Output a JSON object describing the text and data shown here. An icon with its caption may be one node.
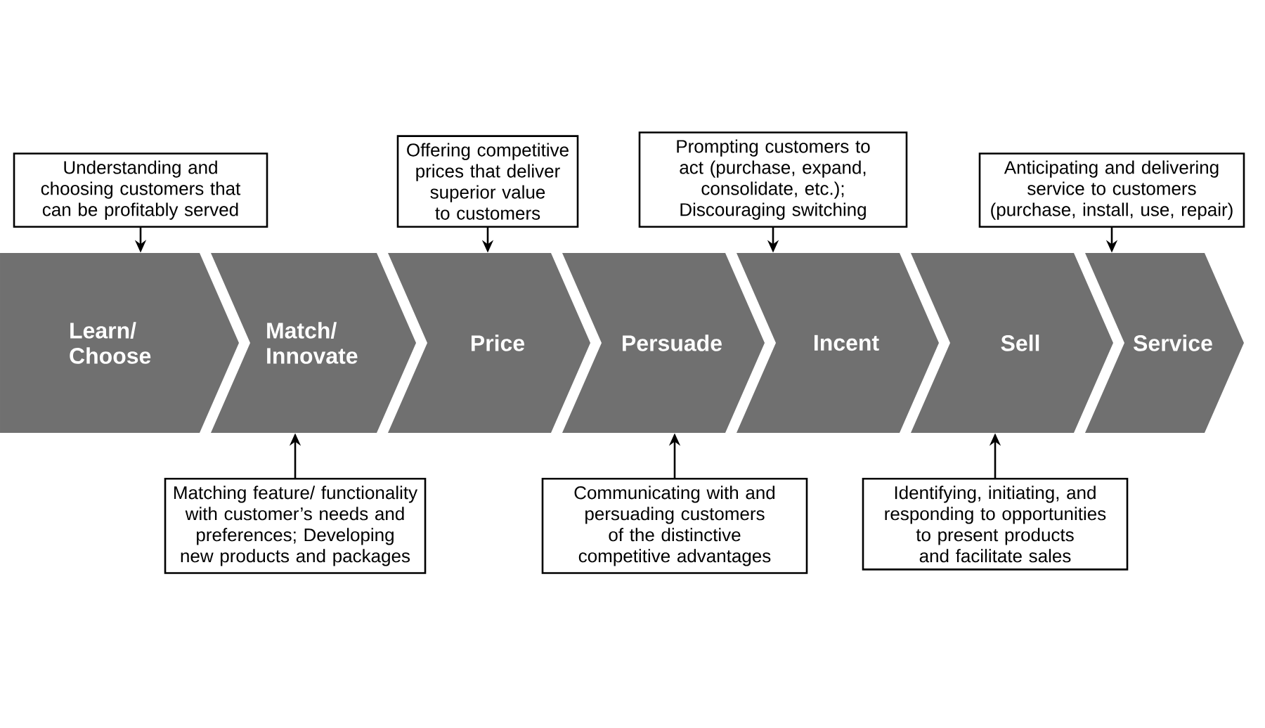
{
  "diagram": {
    "nodes": [
      {
        "text": [
          "Learn/ Choose"
        ]
      },
      {
        "text": [
          "Match/ Innovate"
        ]
      },
      {
        "text": [
          "Price"
        ]
      },
      {
        "text": [
          "Persuade"
        ]
      },
      {
        "text": [
          "Incent"
        ]
      },
      {
        "text": [
          "Sell"
        ]
      },
      {
        "text": [
          "Service"
        ]
      },
      {
        "text": [
          "Understanding and choosing customers that can be profitably served"
        ]
      },
      {
        "text": [
          "Offering competitive prices that deliver superior value to customers"
        ]
      },
      {
        "text": [
          "Prompting customers to act (purchase, expand, consolidate, etc.); Discouraging switching"
        ]
      },
      {
        "text": [
          "Anticipating and delivering service to customers (purchase, install, use, repair)"
        ]
      },
      {
        "text": [
          "Matching feature/ functionality with customer’s needs and preferences; Developing new products and packages"
        ]
      },
      {
        "text": [
          "Communicating with and persuading customers of the distinctive competitive advantages"
        ]
      },
      {
        "text": [
          "Identifying, initiating, and responding to opportunities to present products and facilitate sales"
        ]
      }
    ],
    "edges": [
      {
        "from": 7,
        "to": 0,
        "arrow": "to"
      },
      {
        "from": 8,
        "to": 2,
        "arrow": "to"
      },
      {
        "from": 9,
        "to": 4,
        "arrow": "to"
      },
      {
        "from": 10,
        "to": 6,
        "arrow": "to"
      },
      {
        "from": 11,
        "to": 1,
        "arrow": "to"
      },
      {
        "from": 12,
        "to": 3,
        "arrow": "to"
      },
      {
        "from": 13,
        "to": 5,
        "arrow": "to"
      }
    ]
  }
}
